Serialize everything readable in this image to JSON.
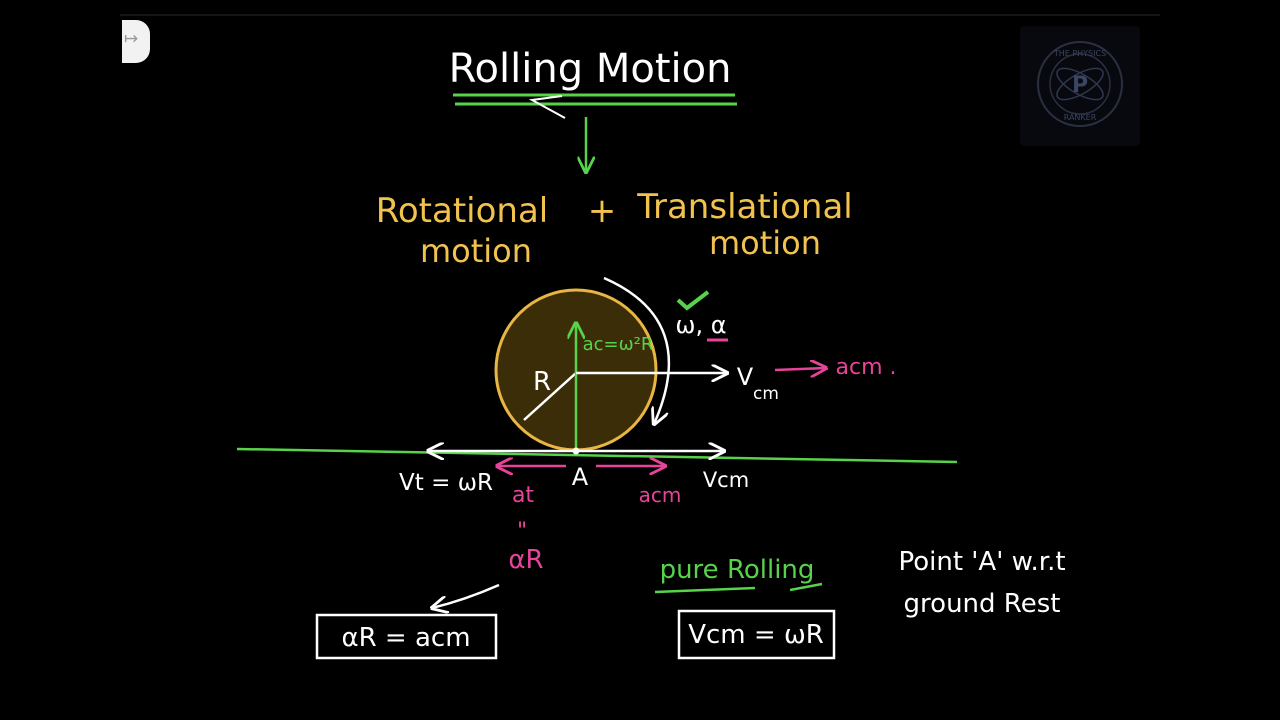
{
  "slide": {
    "title": "Rolling Motion",
    "rotational_line1": "Rotational",
    "rotational_line2": "motion",
    "plus": "+",
    "translational_line1": "Translational",
    "translational_line2": "motion",
    "radius_label": "R",
    "centripetal_label": "ac=ω²R",
    "omega_alpha_label": "ω, α",
    "vcm_top_v": "V",
    "vcm_top_sub": "cm",
    "acm_top": "acm .",
    "vt_label": "Vt = ωR",
    "point_label": "A",
    "vcm_bottom": "Vcm",
    "at_label": "at",
    "equals_mark": "\"",
    "alphaR_label": "αR",
    "acm_bottom": "acm",
    "pure_rolling": "pure Rolling",
    "note_line1": "Point 'A' w.r.t",
    "note_line2": "ground Rest",
    "box_left": "αR = acm",
    "box_right": "Vcm = ωR"
  },
  "logo": {
    "text_top": "THE PHYSICS",
    "text_bottom": "RANKER",
    "letter": "P"
  },
  "ui": {
    "tab_icon": "arrow-right-icon",
    "tab_glyph": "↦"
  },
  "colors": {
    "background": "#000000",
    "ink_white": "#ffffff",
    "ink_yellow": "#f2c24f",
    "ink_green": "#57d24a",
    "ink_pink": "#e8439a",
    "wheel_fill": "#3b2d07",
    "wheel_stroke": "#e9b544"
  }
}
